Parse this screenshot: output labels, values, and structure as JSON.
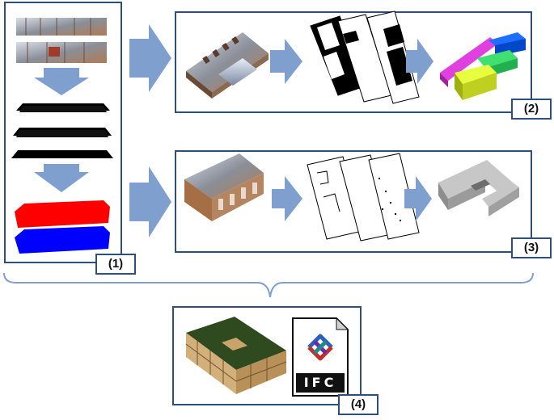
{
  "panels": {
    "p1": {
      "label": "(1)"
    },
    "p2": {
      "label": "(2)"
    },
    "p3": {
      "label": "(3)"
    },
    "p4": {
      "label": "(4)"
    }
  },
  "colors": {
    "frame": "#2e4f7a",
    "arrow": "#7f9fcf",
    "slice": "#000000",
    "cloud_top": "#ff0000",
    "cloud_bottom": "#0000ff",
    "room_magenta": "#e040e0",
    "room_blue": "#1e6fff",
    "room_green": "#40e070",
    "room_yellow": "#d8f020",
    "wall_model": "#9a9a9a",
    "roof": "#2f4a1e",
    "facade": "#c9a46a"
  },
  "icons": {
    "ifc": {
      "name": "ifc-file-icon",
      "text": "IFC"
    }
  }
}
